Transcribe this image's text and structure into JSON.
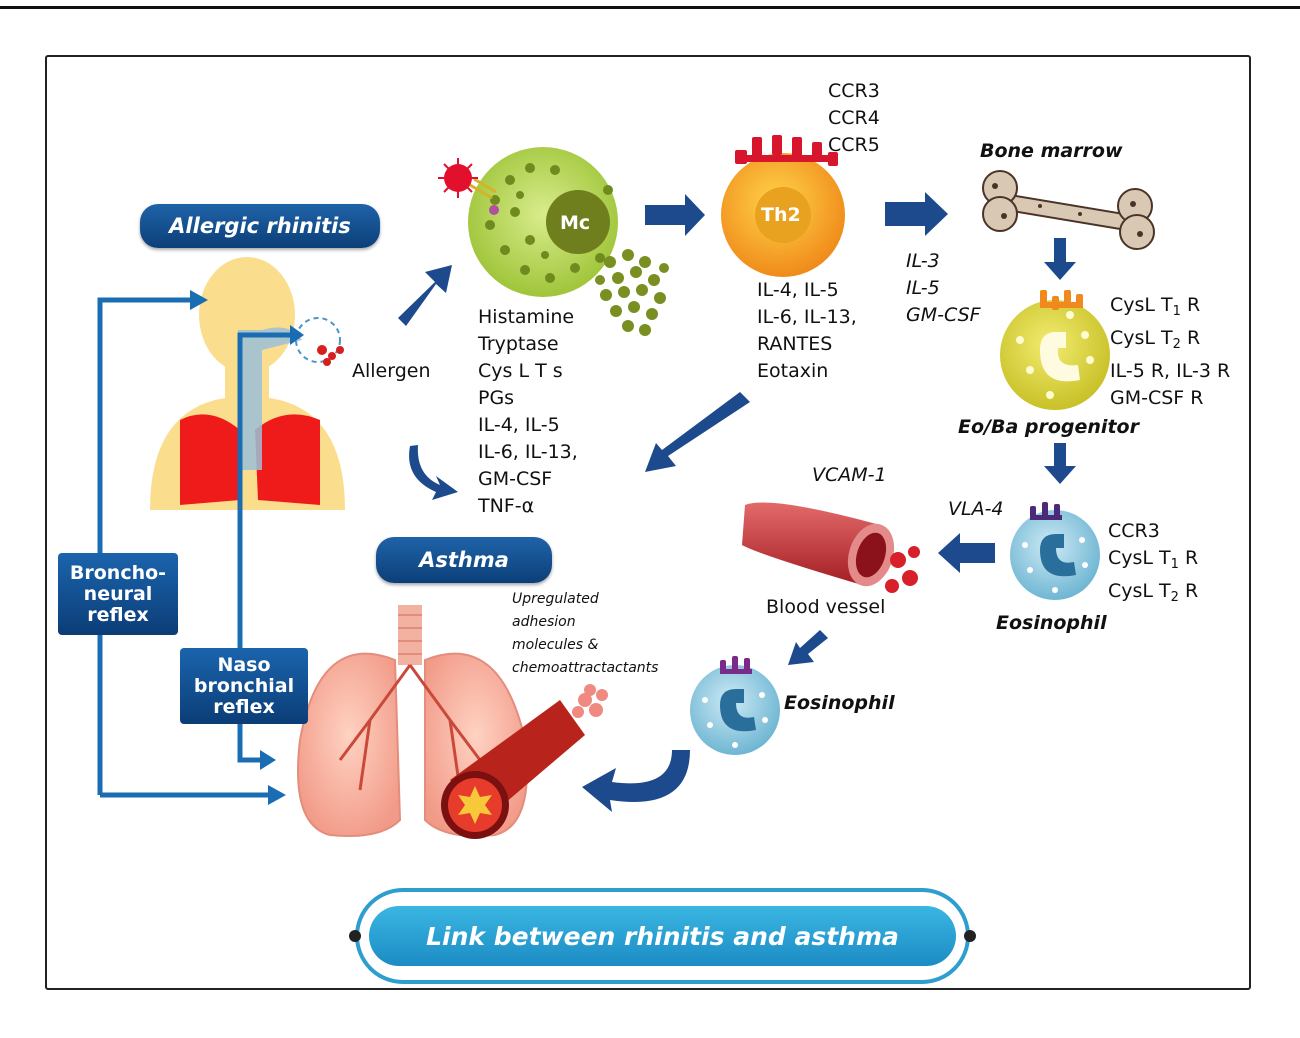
{
  "diagram": {
    "pills": {
      "allergic_rhinitis": "Allergic rhinitis",
      "asthma": "Asthma"
    },
    "banner": "Link between rhinitis and asthma",
    "reflexes": {
      "bronchoneural": [
        "Broncho-",
        "neural",
        "reflex"
      ],
      "nasobronchial": [
        "Naso",
        "bronchial",
        "reflex"
      ]
    },
    "allergen": "Allergen",
    "mast_cell": {
      "label": "Mc",
      "mediators": [
        "Histamine",
        "Tryptase",
        "Cys L T s",
        "PGs",
        "IL-4, IL-5",
        "IL-6, IL-13,",
        "GM-CSF",
        "TNF-α"
      ]
    },
    "th2": {
      "label": "Th2",
      "receptors": [
        "CCR3",
        "CCR4",
        "CCR5"
      ],
      "cytokines": [
        "IL-4, IL-5",
        "IL-6, IL-13,",
        "RANTES",
        "Eotaxin"
      ]
    },
    "marrow_signals": [
      "IL-3",
      "IL-5",
      "GM-CSF"
    ],
    "bone_marrow": "Bone marrow",
    "progenitor": {
      "label": "Eo/Ba progenitor",
      "receptors": [
        {
          "base": "CysL T",
          "sub": "1",
          "rest": " R"
        },
        {
          "base": "CysL T",
          "sub": "2",
          "rest": " R"
        },
        {
          "base": "IL-5 R, IL-3 R",
          "sub": "",
          "rest": ""
        },
        {
          "base": "GM-CSF R",
          "sub": "",
          "rest": ""
        }
      ]
    },
    "eosinophil_marrow": {
      "label": "Eosinophil",
      "vla": "VLA-4",
      "receptors": [
        {
          "base": "CCR3",
          "sub": "",
          "rest": ""
        },
        {
          "base": "CysL T",
          "sub": "1",
          "rest": " R"
        },
        {
          "base": "CysL T",
          "sub": "2",
          "rest": " R"
        }
      ]
    },
    "vcam": "VCAM-1",
    "blood_vessel": "Blood vessel",
    "eosinophil_tissue": "Eosinophil",
    "upregulated": [
      "Upregulated",
      "adhesion",
      "molecules &",
      "chemoattractactants"
    ]
  }
}
